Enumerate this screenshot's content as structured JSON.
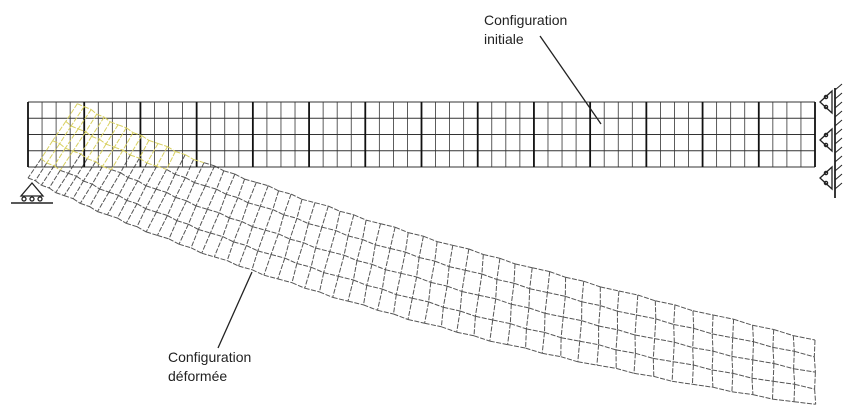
{
  "labels": {
    "initial": {
      "line1": "Configuration",
      "line2": "initiale"
    },
    "deformed": {
      "line1": "Configuration",
      "line2": "déformée"
    }
  },
  "mesh": {
    "rows": 4,
    "columns": 56,
    "deformed_min_thickness_ratio": 0.78
  },
  "colors": {
    "initial_mesh": "#333333",
    "initial_mesh_bold": "#111111",
    "deformed_mesh": "#555555",
    "deformed_overlap": "#d8d060",
    "supports": "#222222",
    "leader_lines": "#222222",
    "label_text": "#222222"
  }
}
